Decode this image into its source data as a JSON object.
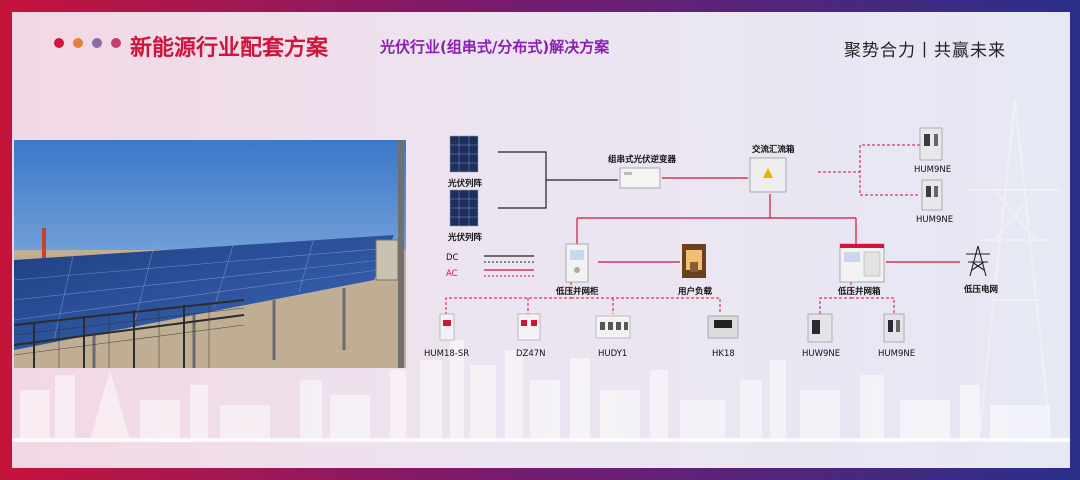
{
  "header": {
    "title": "新能源行业配套方案",
    "subtitle": "光伏行业(组串式/分布式)解决方案",
    "slogan": "聚势合力丨共赢未来",
    "dot_colors": [
      "#d0143c",
      "#e4803c",
      "#8a6aa8",
      "#c83c6e"
    ]
  },
  "colors": {
    "accent_red": "#d0143c",
    "accent_purple": "#8a1fb0",
    "dc_line": "#222222",
    "ac_line": "#d0143c"
  },
  "diagram": {
    "pv_array_1": "光伏列阵",
    "pv_array_2": "光伏列阵",
    "inverter": "组串式光伏逆变器",
    "combiner_box": "交流汇流箱",
    "breaker_top_1": "HUM9NE",
    "breaker_top_2": "HUM9NE",
    "legend_dc": "DC",
    "legend_ac": "AC",
    "lv_cabinet_left": "低压并网柜",
    "user_load": "用户负载",
    "lv_cabinet_right": "低压并网箱",
    "lv_grid": "低压电网",
    "device_hum18sr": "HUM18-SR",
    "device_dz47n": "DZ47N",
    "device_hudy1": "HUDY1",
    "device_hk18": "HK18",
    "device_huw9ne": "HUW9NE",
    "device_hum9ne": "HUM9NE"
  }
}
